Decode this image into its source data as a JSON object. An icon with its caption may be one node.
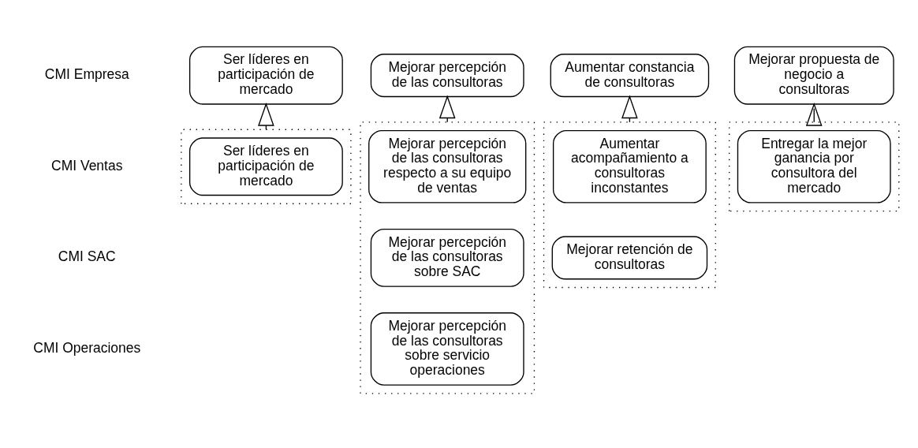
{
  "diagram": {
    "nodes": [
      {
        "text": [
          "Ser líderes en participación de mercado"
        ]
      },
      {
        "text": [
          "Mejorar percepción de las consultoras"
        ]
      },
      {
        "text": [
          "Aumentar constancia de consultoras"
        ]
      },
      {
        "text": [
          "Mejorar propuesta de negocio a consultoras"
        ]
      },
      {
        "text": [],
        "shape": "box"
      },
      {
        "text": [
          "Ser líderes en participación de mercado"
        ],
        "in": 4
      },
      {
        "text": [],
        "shape": "box"
      },
      {
        "text": [
          "Mejorar percepción de las consultoras respecto a su equipo de ventas"
        ],
        "in": 6
      },
      {
        "text": [
          "Mejorar percepción de las consultoras sobre SAC"
        ],
        "in": 6
      },
      {
        "text": [
          "Mejorar percepción de las consultoras sobre servicio operaciones"
        ],
        "in": 6
      },
      {
        "text": [],
        "shape": "box"
      },
      {
        "text": [
          "Aumentar acompañamiento a consultoras inconstantes"
        ],
        "in": 10
      },
      {
        "text": [
          "Mejorar retención de consultoras"
        ],
        "in": 10
      },
      {
        "text": [],
        "shape": "box"
      },
      {
        "text": [
          "Entregar la mejor ganancia por consultora del mercado"
        ],
        "in": 13
      }
    ],
    "edges": [
      {
        "from": 4,
        "to": 0,
        "arrow": "to"
      },
      {
        "from": 6,
        "to": 1,
        "arrow": "to"
      },
      {
        "from": 10,
        "to": 2,
        "arrow": "to"
      },
      {
        "from": 13,
        "to": 3,
        "arrow": "to"
      }
    ],
    "labels": [
      "CMI Empresa",
      "CMI Ventas",
      "CMI SAC",
      "CMI Operaciones"
    ]
  }
}
